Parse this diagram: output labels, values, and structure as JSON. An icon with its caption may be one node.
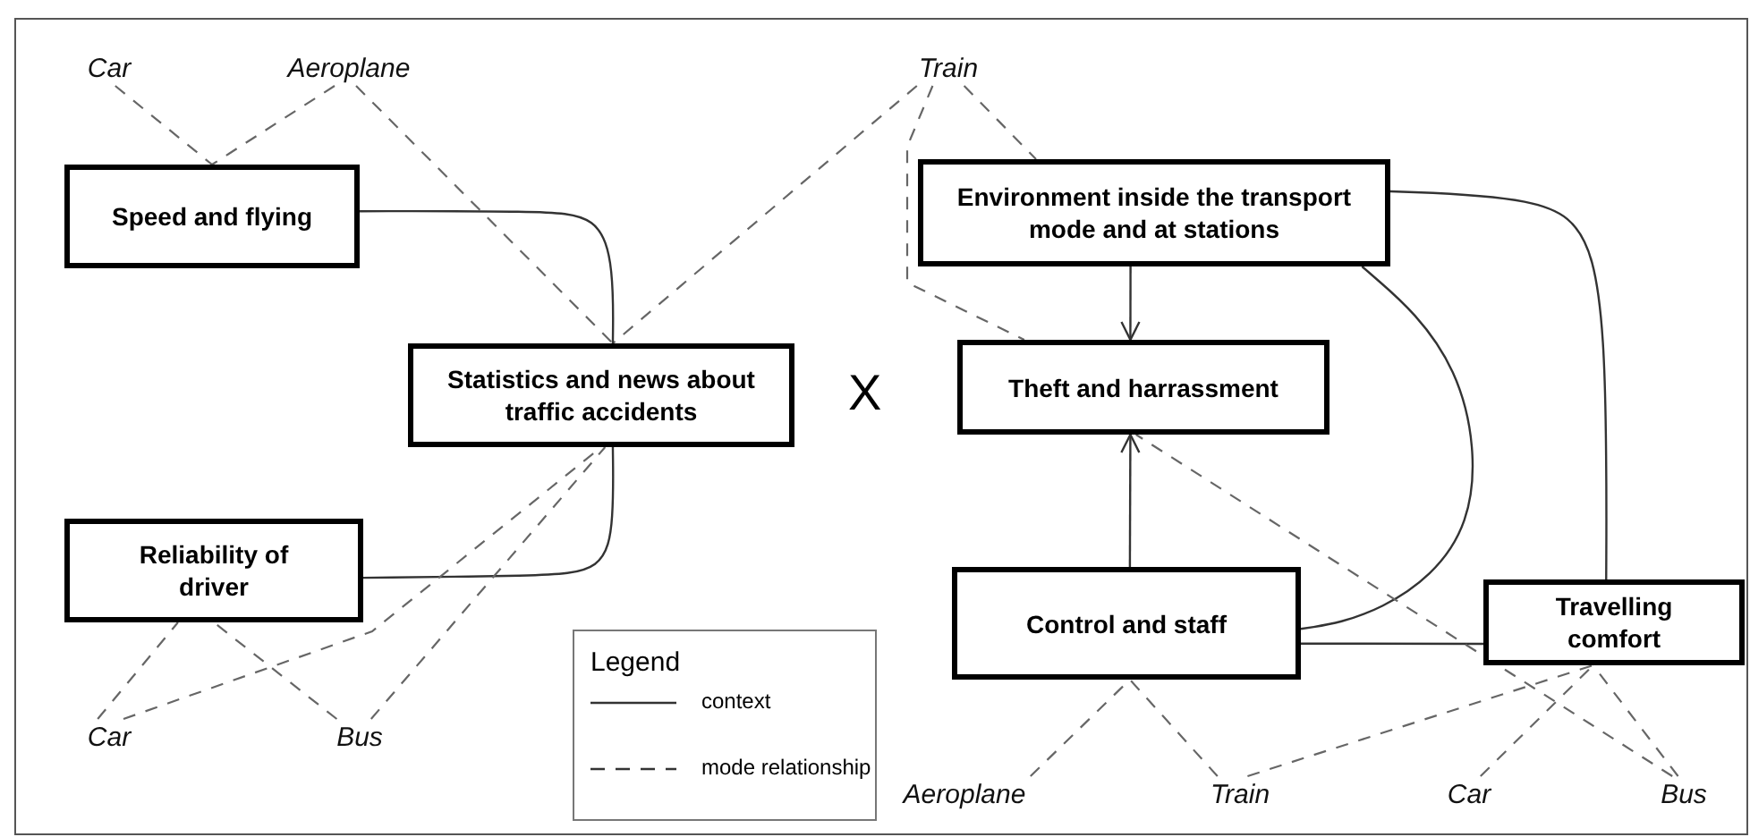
{
  "diagram": {
    "nodes": [
      {
        "text": [
          "Car"
        ]
      },
      {
        "text": [
          "Aeroplane"
        ]
      },
      {
        "text": [
          "Train"
        ]
      },
      {
        "text": [
          "Speed and flying"
        ]
      },
      {
        "text": [
          "Statistics and news about traffic accidents"
        ]
      },
      {
        "text": [
          "Environment inside the transport mode and at stations"
        ]
      },
      {
        "text": [
          "Theft and harrassment"
        ]
      },
      {
        "text": [
          "Reliability of driver"
        ]
      },
      {
        "text": [
          "Car"
        ]
      },
      {
        "text": [
          "Bus"
        ]
      },
      {
        "text": [
          "Control and staff"
        ]
      },
      {
        "text": [
          "Travelling comfort"
        ]
      },
      {
        "text": [
          "Aeroplane"
        ]
      },
      {
        "text": [
          "Train"
        ]
      },
      {
        "text": [
          "Car"
        ]
      },
      {
        "text": [
          "Bus"
        ]
      }
    ],
    "edges": [
      {
        "from": 0,
        "to": 3,
        "arrow": "none",
        "style": "dashed"
      },
      {
        "from": 1,
        "to": 3,
        "arrow": "none",
        "style": "dashed"
      },
      {
        "from": 1,
        "to": 4,
        "arrow": "none",
        "style": "dashed"
      },
      {
        "from": 2,
        "to": 4,
        "arrow": "none",
        "style": "dashed"
      },
      {
        "from": 2,
        "to": 5,
        "arrow": "none",
        "style": "dashed"
      },
      {
        "from": 2,
        "to": 6,
        "arrow": "none",
        "style": "dashed"
      },
      {
        "from": 3,
        "to": 4,
        "arrow": "none"
      },
      {
        "from": 7,
        "to": 4,
        "arrow": "none"
      },
      {
        "from": 8,
        "to": 7,
        "arrow": "none",
        "style": "dashed"
      },
      {
        "from": 8,
        "to": 4,
        "arrow": "none",
        "style": "dashed"
      },
      {
        "from": 9,
        "to": 7,
        "arrow": "none",
        "style": "dashed"
      },
      {
        "from": 9,
        "to": 4,
        "arrow": "none",
        "style": "dashed"
      },
      {
        "from": 5,
        "to": 6,
        "arrow": "to"
      },
      {
        "from": 10,
        "to": 6,
        "arrow": "to"
      },
      {
        "from": 5,
        "to": 10,
        "arrow": "none"
      },
      {
        "from": 5,
        "to": 11,
        "arrow": "none"
      },
      {
        "from": 10,
        "to": 11,
        "arrow": "none"
      },
      {
        "from": 12,
        "to": 10,
        "arrow": "none",
        "style": "dashed"
      },
      {
        "from": 13,
        "to": 10,
        "arrow": "none",
        "style": "dashed"
      },
      {
        "from": 13,
        "to": 11,
        "arrow": "none",
        "style": "dashed"
      },
      {
        "from": 14,
        "to": 11,
        "arrow": "none",
        "style": "dashed"
      },
      {
        "from": 15,
        "to": 11,
        "arrow": "none",
        "style": "dashed"
      },
      {
        "from": 15,
        "to": 6,
        "arrow": "none",
        "style": "dashed"
      }
    ],
    "labels": [
      "X",
      "Legend"
    ],
    "legend": [
      {
        "text": "context"
      },
      {
        "text": "mode relationship"
      }
    ]
  }
}
